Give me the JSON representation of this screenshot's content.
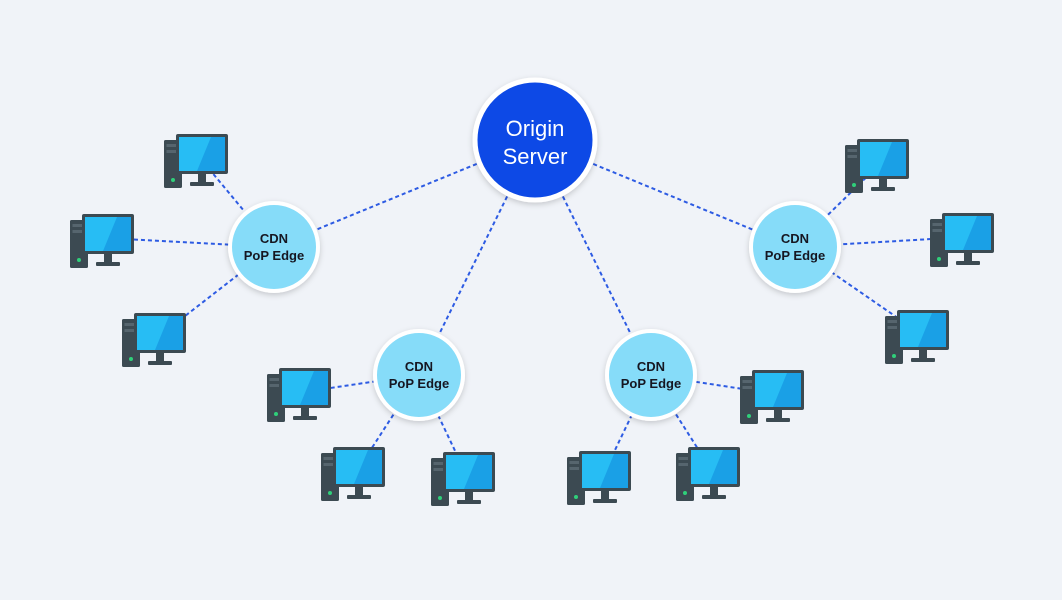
{
  "diagram": {
    "origin": {
      "label_line1": "Origin",
      "label_line2": "Server"
    },
    "edges": [
      {
        "label_line1": "CDN",
        "label_line2": "PoP Edge"
      },
      {
        "label_line1": "CDN",
        "label_line2": "PoP Edge"
      },
      {
        "label_line1": "CDN",
        "label_line2": "PoP Edge"
      },
      {
        "label_line1": "CDN",
        "label_line2": "PoP Edge"
      }
    ],
    "icons": {
      "computer": "desktop-computer-icon"
    },
    "colors": {
      "background": "#f0f3f8",
      "origin_fill": "#0a48e6",
      "edge_fill": "#86dcf9",
      "node_border": "#ffffff",
      "link_line": "#2d5be3",
      "monitor_screen": "#1aa0e6",
      "monitor_screen_light": "#27bdf4",
      "monitor_frame": "#3c4a52",
      "tower": "#3c4a52",
      "tower_light": "#56656e"
    }
  }
}
